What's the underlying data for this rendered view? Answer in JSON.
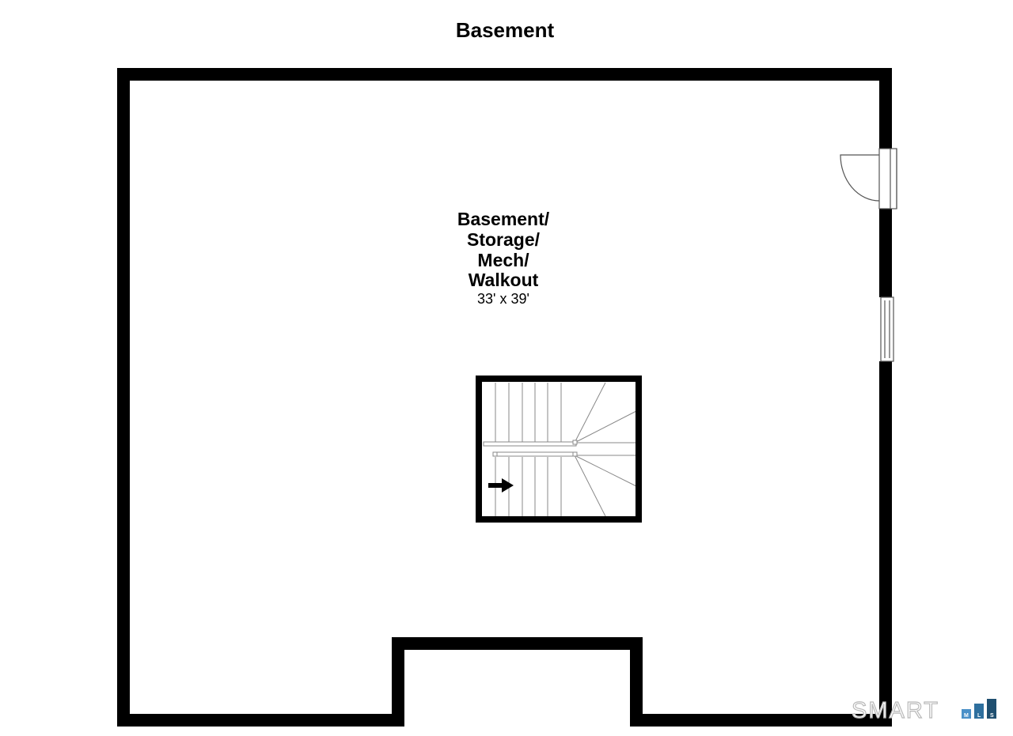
{
  "floor_title": "Basement",
  "room": {
    "name_lines": [
      "Basement/",
      "Storage/",
      "Mech/",
      "Walkout"
    ],
    "dimensions": "33' x 39'"
  },
  "watermark": {
    "text": "SMART",
    "sub_letters": [
      "M",
      "L",
      "S"
    ],
    "colors": [
      "#4a90c8",
      "#2e6f9e",
      "#1f4f70"
    ]
  },
  "colors": {
    "wall": "#000000",
    "background": "#ffffff",
    "stair_line": "#777777"
  }
}
